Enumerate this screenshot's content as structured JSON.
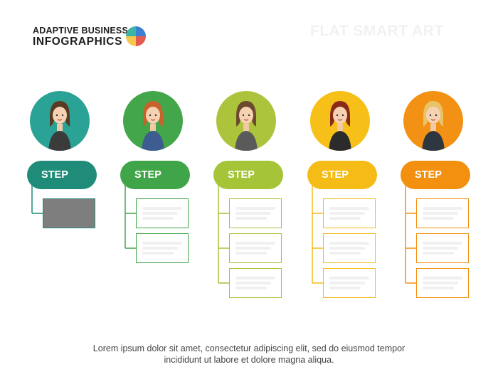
{
  "header": {
    "line1": "ADAPTIVE BUSINESS",
    "line2": "INFOGRAPHICS"
  },
  "watermark": "FLAT SMART ART",
  "logo_colors": [
    "#3d7fd1",
    "#f5c84b",
    "#e45a4e",
    "#3bb5a6"
  ],
  "steps": [
    {
      "label": "STEP",
      "color": "#1f8c79",
      "avatar_color": "#2aa396",
      "boxes": 1
    },
    {
      "label": "STEP",
      "color": "#3fa548",
      "avatar_color": "#43a64b",
      "boxes": 2
    },
    {
      "label": "STEP",
      "color": "#a6c437",
      "avatar_color": "#acc43b",
      "boxes": 3
    },
    {
      "label": "STEP",
      "color": "#f5bb17",
      "avatar_color": "#f6c019",
      "boxes": 3
    },
    {
      "label": "STEP",
      "color": "#f3900f",
      "avatar_color": "#f39114",
      "boxes": 3
    }
  ],
  "description": {
    "line1": "Lorem ipsum dolor sit amet, consectetur adipiscing elit, sed do eiusmod tempor",
    "line2": "incididunt ut labore et dolore magna aliqua."
  }
}
